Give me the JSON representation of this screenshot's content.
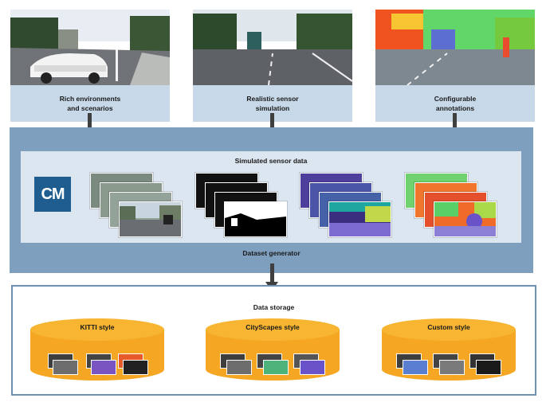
{
  "top_panels": [
    {
      "caption_line1": "Rich environments",
      "caption_line2": "and scenarios",
      "image": "car-on-road-photo"
    },
    {
      "caption_line1": "Realistic sensor",
      "caption_line2": "simulation",
      "image": "road-with-truck-photo"
    },
    {
      "caption_line1": "Configurable",
      "caption_line2": "annotations",
      "image": "semantic-segmentation-road"
    }
  ],
  "generator": {
    "sensor_title": "Simulated sensor data",
    "footer_label": "Dataset generator",
    "logo_text": "CM"
  },
  "storage": {
    "title": "Data storage",
    "formats": [
      "KITTI style",
      "CityScapes style",
      "Custom style"
    ]
  },
  "colors": {
    "caption_bg": "#c7d8e8",
    "generator_bg": "#7f9fbf",
    "sensor_bg": "#dce6f0",
    "logo_bg": "#1f5c8f",
    "cylinder": "#f5a623",
    "arrow": "#3f3f3f"
  }
}
